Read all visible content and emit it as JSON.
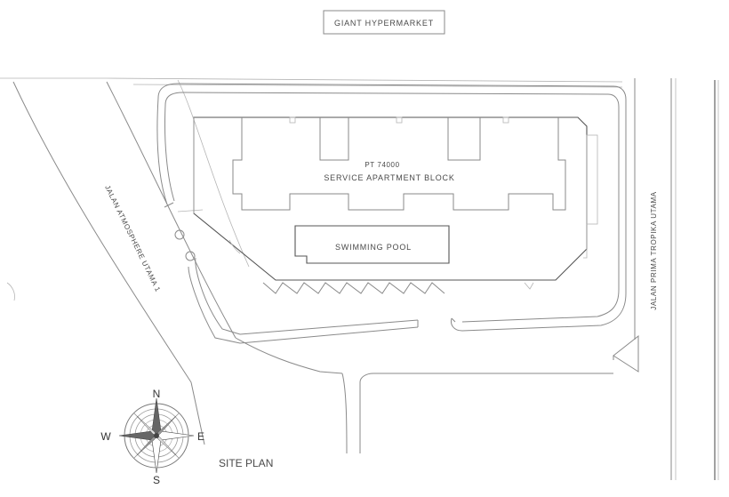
{
  "labels": {
    "top_building": "GIANT HYPERMARKET",
    "lot_number": "PT 74000",
    "block_name": "SERVICE APARTMENT BLOCK",
    "pool": "SWIMMING POOL",
    "road_left": "JALAN ATMOSPHERE UTAMA 1",
    "road_right": "JALAN PRIMA TROPIKA UTAMA",
    "site_plan": "SITE PLAN"
  },
  "compass": {
    "north": "N",
    "south": "S",
    "east": "E",
    "west": "W"
  }
}
